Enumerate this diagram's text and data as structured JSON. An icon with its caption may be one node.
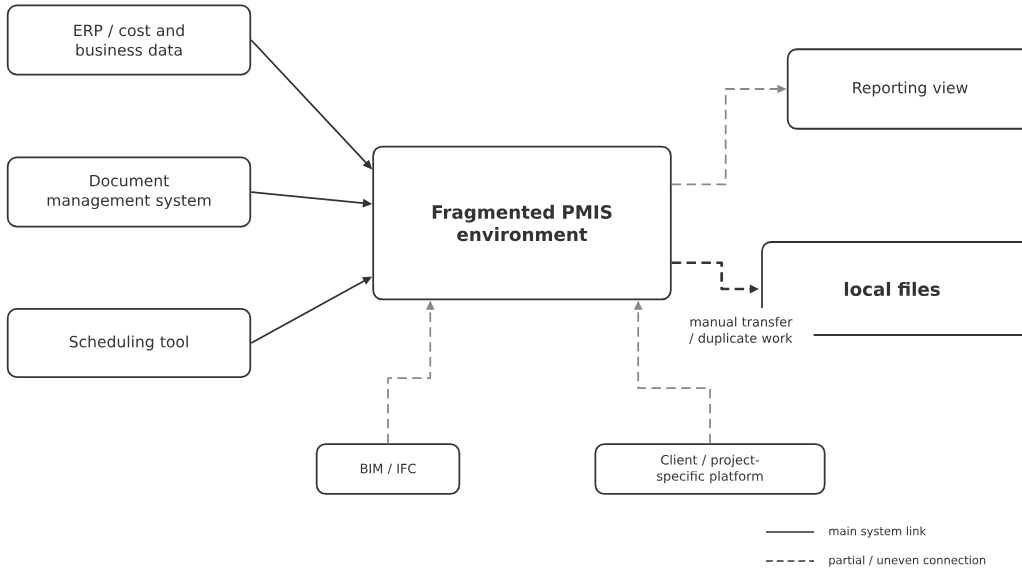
{
  "diagram": {
    "nodes": [
      {
        "text": [
          "ERP / cost and business data"
        ]
      },
      {
        "text": [
          "Document management system"
        ]
      },
      {
        "text": [
          "Scheduling tool"
        ]
      },
      {
        "text": [
          "Fragmented PMIS environment"
        ]
      },
      {
        "text": [
          "Reporting view"
        ]
      },
      {
        "text": [
          "local files"
        ],
        "beside": [
          "manual transfer / duplicate work"
        ]
      },
      {
        "text": [
          "BIM / IFC"
        ]
      },
      {
        "text": [
          "Client / project-specific platform"
        ]
      }
    ],
    "edges": [
      {
        "from": 0,
        "to": 3,
        "arrow": "to"
      },
      {
        "from": 1,
        "to": 3,
        "arrow": "to"
      },
      {
        "from": 2,
        "to": 3,
        "arrow": "to"
      },
      {
        "from": 3,
        "to": 4,
        "arrow": "to",
        "style": "dashed",
        "color": "#888888"
      },
      {
        "from": 3,
        "to": 5,
        "arrow": "to",
        "style": "dashed"
      },
      {
        "from": 6,
        "to": 3,
        "arrow": "to",
        "style": "dashed",
        "color": "#888888"
      },
      {
        "from": 7,
        "to": 3,
        "arrow": "to",
        "style": "dashed",
        "color": "#888888"
      }
    ],
    "legend": [
      {
        "text": "main system link"
      },
      {
        "text": "partial / uneven connection"
      }
    ]
  }
}
